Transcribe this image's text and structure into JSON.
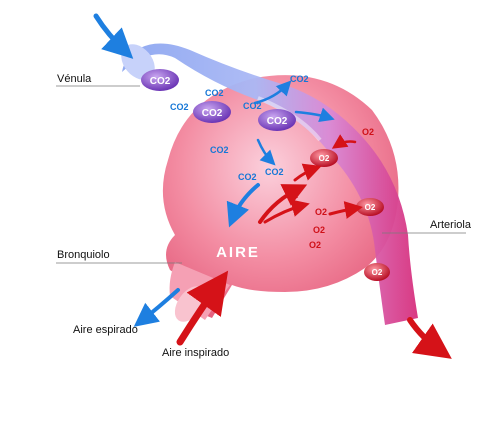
{
  "labels": {
    "venula": "Vénula",
    "bronquiolo": "Bronquiolo",
    "arteriola": "Arteriola",
    "aire_espirado": "Aire espirado",
    "aire_inspirado": "Aire inspirado",
    "aire": "AIRE"
  },
  "co2": "CO2",
  "o2": "O2",
  "colors": {
    "alveolus": "#f07f95",
    "venule": "#8fa7ee",
    "arteriole": "#d9337e",
    "blue_arrow": "#1e7fe0",
    "red_arrow": "#d51218",
    "co2_text": "#1677d6",
    "o2_text": "#cf1018",
    "co2_cell": "#8b56c8",
    "o2_cell": "#d8223a"
  }
}
